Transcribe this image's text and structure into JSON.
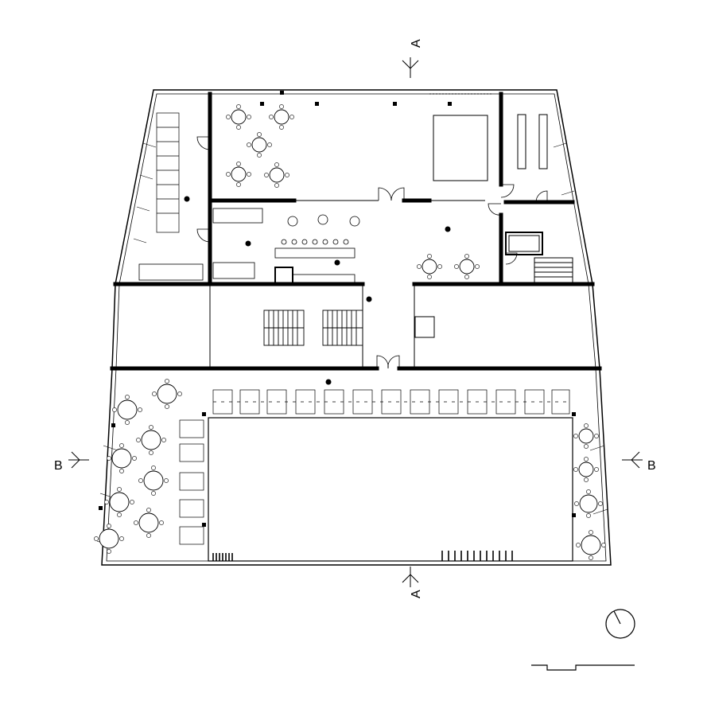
{
  "section_marks": {
    "a_top": "A",
    "a_bottom": "A",
    "b_left": "B",
    "b_right": "B"
  },
  "north_arrow": {
    "icon": "north-arrow-icon"
  },
  "scale_bar": {
    "icon": "scale-bar-icon"
  },
  "colors": {
    "ink": "#000000",
    "paper": "#ffffff"
  }
}
